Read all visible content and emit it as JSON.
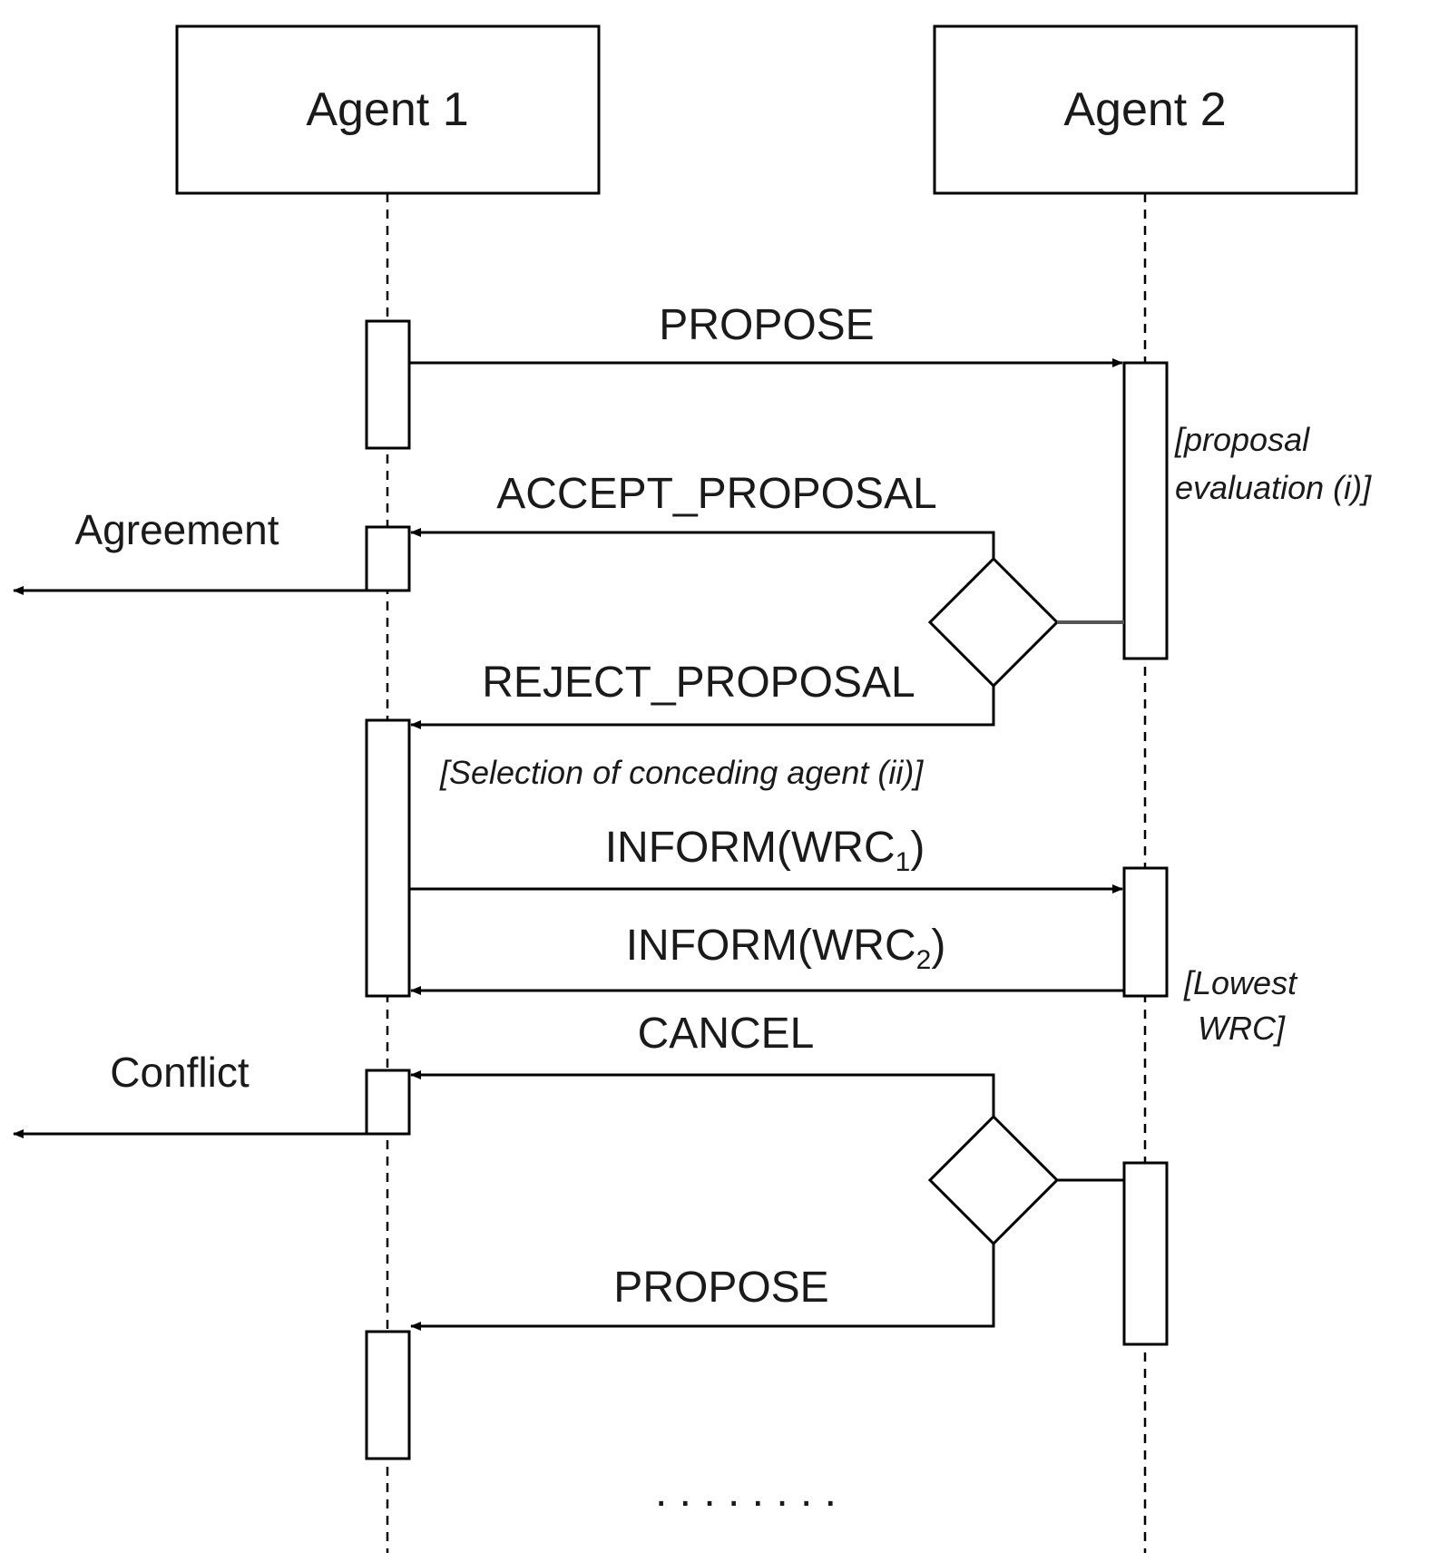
{
  "participants": {
    "agent1": "Agent 1",
    "agent2": "Agent 2"
  },
  "messages": {
    "propose_1": "PROPOSE",
    "accept_proposal": "ACCEPT_PROPOSAL",
    "reject_proposal": "REJECT_PROPOSAL",
    "inform_wrc1": {
      "text": "INFORM(WRC",
      "sub": "1",
      "close": ")"
    },
    "inform_wrc2": {
      "text": "INFORM(WRC",
      "sub": "2",
      "close": ")"
    },
    "cancel": "CANCEL",
    "propose_2": "PROPOSE"
  },
  "outcomes": {
    "agreement": "Agreement",
    "conflict": "Conflict"
  },
  "notes": {
    "proposal_evaluation": [
      "[proposal",
      "evaluation (i)]"
    ],
    "selection": "[Selection of conceding agent (ii)]",
    "lowest_wrc": [
      "[Lowest",
      "WRC]"
    ]
  },
  "continuation": ". . . . . . . ."
}
